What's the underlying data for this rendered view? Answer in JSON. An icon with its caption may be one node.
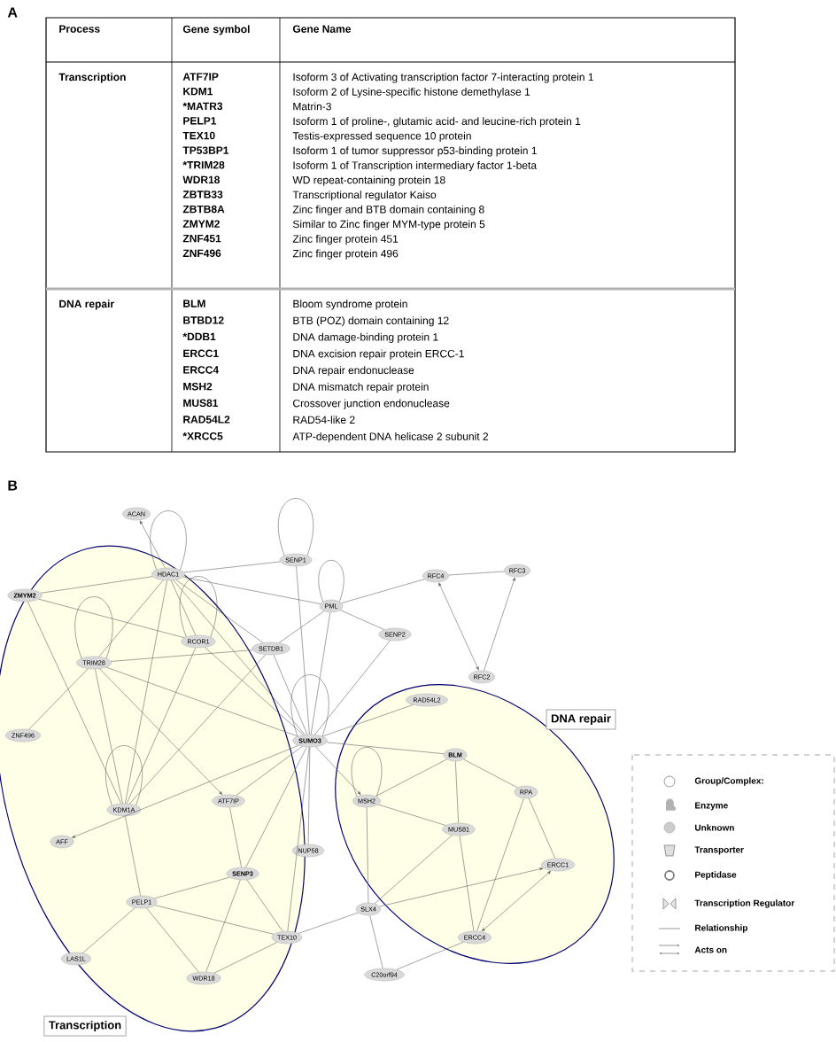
{
  "diagram": {
    "nodes": [
      {
        "text": [
          "Transcription"
        ]
      },
      {
        "text": [
          "DNA repair"
        ]
      },
      {
        "text": [
          "ACAN"
        ]
      },
      {
        "text": [
          "SENP1"
        ]
      },
      {
        "text": [
          "HDAC1"
        ],
        "in": 0
      },
      {
        "text": [
          "RFC3"
        ]
      },
      {
        "text": [
          "RFC4"
        ]
      },
      {
        "text": [
          "ZMYM2"
        ],
        "in": 0
      },
      {
        "text": [
          "PML"
        ]
      },
      {
        "text": [
          "SENP2"
        ]
      },
      {
        "text": [
          "RCOR1"
        ],
        "in": 0
      },
      {
        "text": [
          "SETDB1"
        ]
      },
      {
        "text": [
          "TRIM28"
        ],
        "in": 0
      },
      {
        "text": [
          "RFC2"
        ]
      },
      {
        "text": [
          "RAD54L2"
        ],
        "in": 1
      },
      {
        "text": [
          "ZNF496"
        ],
        "in": 0
      },
      {
        "text": [
          "SUMO3"
        ]
      },
      {
        "text": [
          "BLM"
        ],
        "in": 1
      },
      {
        "text": [
          "RPA"
        ],
        "in": 1
      },
      {
        "text": [
          "ATF7IP"
        ],
        "in": 0
      },
      {
        "text": [
          "MSH2"
        ],
        "in": 1
      },
      {
        "text": [
          "KDM1A"
        ],
        "in": 0
      },
      {
        "text": [
          "MUS81"
        ],
        "in": 1
      },
      {
        "text": [
          "AFF"
        ],
        "in": 0
      },
      {
        "text": [
          "NUP58"
        ]
      },
      {
        "text": [
          "ERCC1"
        ],
        "in": 1
      },
      {
        "text": [
          "SENP3"
        ],
        "in": 0
      },
      {
        "text": [
          "PELP1"
        ],
        "in": 0
      },
      {
        "text": [
          "SLX4"
        ]
      },
      {
        "text": [
          "TEX10"
        ],
        "in": 0
      },
      {
        "text": [
          "ERCC4"
        ],
        "in": 1
      },
      {
        "text": [
          "LAS1L"
        ],
        "in": 0
      },
      {
        "text": [
          "C20orf94"
        ]
      },
      {
        "text": [
          "WDR18"
        ],
        "in": 0
      }
    ],
    "edges": [
      {
        "from": 4,
        "to": 2,
        "arrow": "to"
      },
      {
        "from": 4,
        "to": 4,
        "arrow": "none"
      },
      {
        "from": 4,
        "to": 3,
        "arrow": "none"
      },
      {
        "from": 4,
        "to": 8,
        "arrow": "none"
      },
      {
        "from": 4,
        "to": 7,
        "arrow": "none"
      },
      {
        "from": 4,
        "to": 10,
        "arrow": "none"
      },
      {
        "from": 4,
        "to": 12,
        "arrow": "none"
      },
      {
        "from": 4,
        "to": 21,
        "arrow": "none"
      },
      {
        "from": 4,
        "to": 11,
        "arrow": "none"
      },
      {
        "from": 4,
        "to": 16,
        "arrow": "none"
      },
      {
        "from": 3,
        "to": 3,
        "arrow": "none"
      },
      {
        "from": 3,
        "to": 16,
        "arrow": "none"
      },
      {
        "from": 8,
        "to": 8,
        "arrow": "none"
      },
      {
        "from": 8,
        "to": 11,
        "arrow": "none"
      },
      {
        "from": 8,
        "to": 16,
        "arrow": "none"
      },
      {
        "from": 8,
        "to": 6,
        "arrow": "none"
      },
      {
        "from": 8,
        "to": 9,
        "arrow": "none"
      },
      {
        "from": 9,
        "to": 16,
        "arrow": "none"
      },
      {
        "from": 6,
        "to": 5,
        "arrow": "none"
      },
      {
        "from": 6,
        "to": 13,
        "arrow": "both"
      },
      {
        "from": 13,
        "to": 5,
        "arrow": "to"
      },
      {
        "from": 7,
        "to": 10,
        "arrow": "none"
      },
      {
        "from": 7,
        "to": 21,
        "arrow": "none"
      },
      {
        "from": 10,
        "to": 10,
        "arrow": "none"
      },
      {
        "from": 10,
        "to": 21,
        "arrow": "none"
      },
      {
        "from": 10,
        "to": 16,
        "arrow": "none"
      },
      {
        "from": 12,
        "to": 12,
        "arrow": "none"
      },
      {
        "from": 12,
        "to": 11,
        "arrow": "none"
      },
      {
        "from": 12,
        "to": 16,
        "arrow": "none"
      },
      {
        "from": 12,
        "to": 15,
        "arrow": "none"
      },
      {
        "from": 12,
        "to": 21,
        "arrow": "none"
      },
      {
        "from": 12,
        "to": 19,
        "arrow": "to"
      },
      {
        "from": 11,
        "to": 21,
        "arrow": "none"
      },
      {
        "from": 11,
        "to": 16,
        "arrow": "none"
      },
      {
        "from": 16,
        "to": 16,
        "arrow": "none"
      },
      {
        "from": 16,
        "to": 23,
        "arrow": "to"
      },
      {
        "from": 16,
        "to": 19,
        "arrow": "none"
      },
      {
        "from": 16,
        "to": 26,
        "arrow": "none"
      },
      {
        "from": 16,
        "to": 29,
        "arrow": "none"
      },
      {
        "from": 16,
        "to": 24,
        "arrow": "none"
      },
      {
        "from": 16,
        "to": 20,
        "arrow": "to"
      },
      {
        "from": 16,
        "to": 14,
        "arrow": "none"
      },
      {
        "from": 16,
        "to": 17,
        "arrow": "none"
      },
      {
        "from": 21,
        "to": 21,
        "arrow": "none"
      },
      {
        "from": 21,
        "to": 27,
        "arrow": "none"
      },
      {
        "from": 19,
        "to": 26,
        "arrow": "none"
      },
      {
        "from": 26,
        "to": 27,
        "arrow": "none"
      },
      {
        "from": 26,
        "to": 29,
        "arrow": "none"
      },
      {
        "from": 26,
        "to": 33,
        "arrow": "none"
      },
      {
        "from": 27,
        "to": 29,
        "arrow": "none"
      },
      {
        "from": 27,
        "to": 33,
        "arrow": "none"
      },
      {
        "from": 27,
        "to": 31,
        "arrow": "none"
      },
      {
        "from": 29,
        "to": 33,
        "arrow": "none"
      },
      {
        "from": 29,
        "to": 28,
        "arrow": "none"
      },
      {
        "from": 28,
        "to": 20,
        "arrow": "none"
      },
      {
        "from": 28,
        "to": 32,
        "arrow": "none"
      },
      {
        "from": 28,
        "to": 25,
        "arrow": "to"
      },
      {
        "from": 28,
        "to": 22,
        "arrow": "none"
      },
      {
        "from": 20,
        "to": 20,
        "arrow": "none"
      },
      {
        "from": 20,
        "to": 17,
        "arrow": "none"
      },
      {
        "from": 20,
        "to": 22,
        "arrow": "none"
      },
      {
        "from": 17,
        "to": 22,
        "arrow": "none"
      },
      {
        "from": 17,
        "to": 18,
        "arrow": "none"
      },
      {
        "from": 18,
        "to": 25,
        "arrow": "none"
      },
      {
        "from": 18,
        "to": 30,
        "arrow": "none"
      },
      {
        "from": 22,
        "to": 30,
        "arrow": "none"
      },
      {
        "from": 30,
        "to": 25,
        "arrow": "both"
      },
      {
        "from": 32,
        "to": 30,
        "arrow": "none"
      }
    ],
    "labels": [
      "A",
      "Process",
      "Gene symbol",
      "Gene Name",
      "Transcription",
      "ATF7IP",
      "Isoform 3 of Activating transcription factor 7-interacting protein 1",
      "KDM1",
      "Isoform 2 of Lysine-specific histone demethylase 1",
      "*MATR3",
      "Matrin-3",
      "PELP1",
      "Isoform 1 of proline-, glutamic acid- and leucine-rich protein 1",
      "TEX10",
      "Testis-expressed sequence 10 protein",
      "TP53BP1",
      "Isoform 1 of tumor suppressor p53-binding protein 1",
      "*TRIM28",
      "Isoform 1 of Transcription intermediary factor 1-beta",
      "WDR18",
      "WD repeat-containing protein 18",
      "ZBTB33",
      "Transcriptional regulator Kaiso",
      "ZBTB8A",
      "Zinc finger and BTB domain containing 8",
      "ZMYM2",
      "Similar to Zinc finger MYM-type protein 5",
      "ZNF451",
      "Zinc finger protein 451",
      "ZNF496",
      "Zinc finger protein 496",
      "DNA repair",
      "BLM",
      "Bloom syndrome protein",
      "BTBD12",
      "BTB (POZ) domain containing 12",
      "*DDB1",
      "DNA damage-binding protein 1",
      "ERCC1",
      "DNA excision repair protein ERCC-1",
      "ERCC4",
      "DNA repair endonuclease",
      "MSH2",
      "DNA mismatch repair protein",
      "MUS81",
      "Crossover junction endonuclease",
      "RAD54L2",
      "RAD54-like 2",
      "*XRCC5",
      "ATP-dependent DNA helicase 2 subunit 2",
      "B"
    ],
    "legend": [
      {
        "text": "Group/Complex:"
      },
      {
        "text": "Enzyme"
      },
      {
        "text": "Unknown"
      },
      {
        "text": "Transporter"
      },
      {
        "text": "Peptidase"
      },
      {
        "text": "Transcription Regulator"
      },
      {
        "text": "Relationship"
      },
      {
        "text": "Acts on"
      }
    ]
  }
}
